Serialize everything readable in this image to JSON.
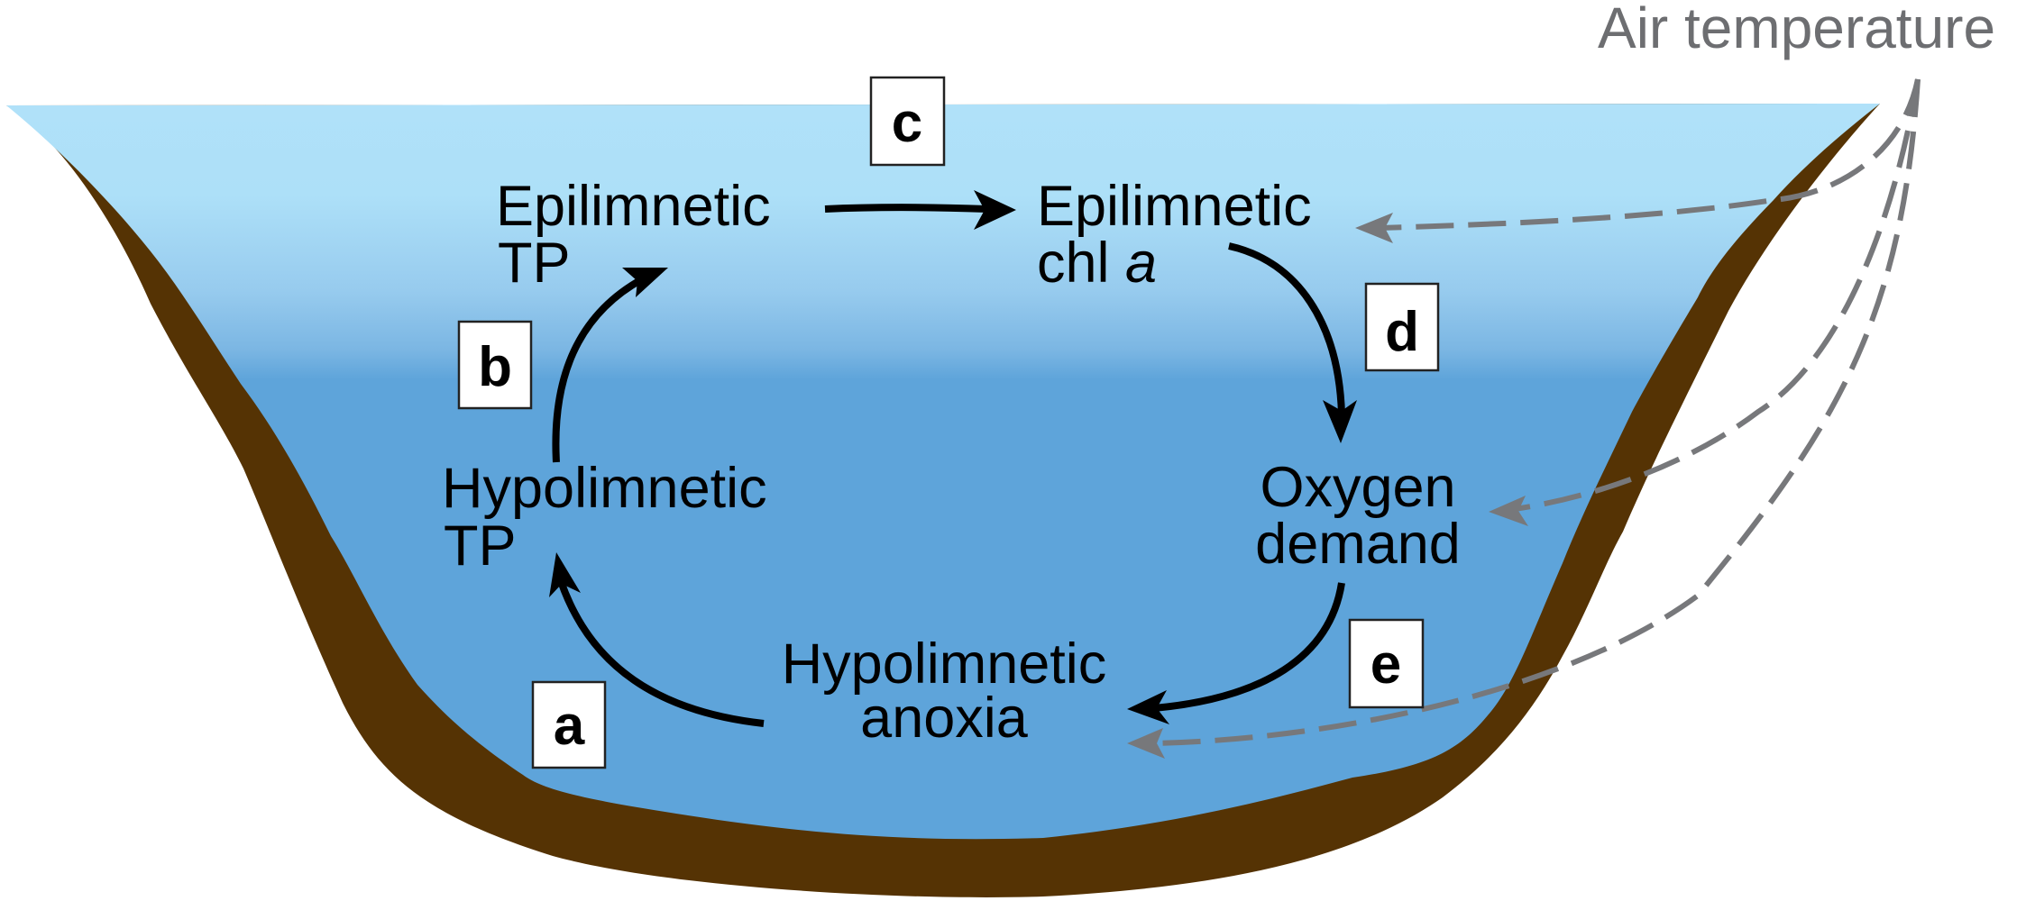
{
  "figure": {
    "type": "lake-nutrient-feedback-diagram",
    "colors": {
      "water_top": "#b0e1f9",
      "water_bottom": "#5ea4da",
      "sediment": "#553304",
      "flow_arrow": "#000000",
      "air_arrow": "#77787b",
      "air_label": "#6d6e71"
    }
  },
  "driver": {
    "label": "Air temperature"
  },
  "nodes": {
    "epi_tp": {
      "line1": "Epilimnetic",
      "line2": "TP"
    },
    "epi_chl": {
      "line1": "Epilimnetic",
      "line2_text": "chl ",
      "line2_italic": "a"
    },
    "oxygen": {
      "line1": "Oxygen",
      "line2": "demand"
    },
    "anoxia": {
      "line1": "Hypolimnetic",
      "line2": "anoxia"
    },
    "hypo_tp": {
      "line1": "Hypolimnetic",
      "line2": "TP"
    }
  },
  "links": [
    {
      "id": "a",
      "label": "a",
      "from": "Hypolimnetic anoxia",
      "to": "Hypolimnetic TP"
    },
    {
      "id": "b",
      "label": "b",
      "from": "Hypolimnetic TP",
      "to": "Epilimnetic TP"
    },
    {
      "id": "c",
      "label": "c",
      "from": "Epilimnetic TP",
      "to": "Epilimnetic chl a"
    },
    {
      "id": "d",
      "label": "d",
      "from": "Epilimnetic chl a",
      "to": "Oxygen demand"
    },
    {
      "id": "e",
      "label": "e",
      "from": "Oxygen demand",
      "to": "Hypolimnetic anoxia"
    }
  ],
  "air_links": [
    {
      "from": "Air temperature",
      "to": "Epilimnetic chl a"
    },
    {
      "from": "Air temperature",
      "to": "Oxygen demand"
    },
    {
      "from": "Air temperature",
      "to": "Hypolimnetic anoxia"
    }
  ]
}
